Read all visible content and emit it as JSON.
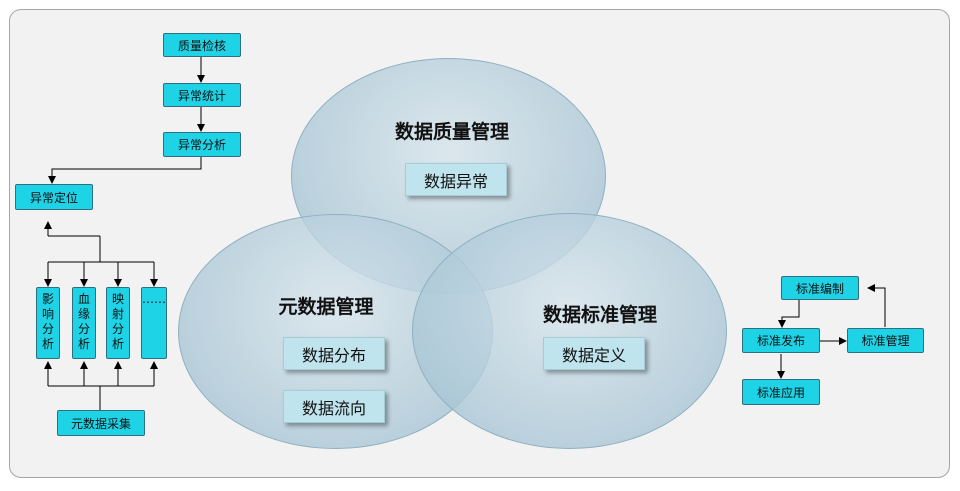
{
  "left_flow": {
    "quality_check": "质量检核",
    "anomaly_stats": "异常统计",
    "anomaly_analysis": "异常分析",
    "anomaly_locate": "异常定位",
    "impact_analysis": "影响分析",
    "lineage_analysis": "血缘分析",
    "mapping_analysis": "映射分析",
    "more": "……",
    "metadata_collection": "元数据采集"
  },
  "venn": {
    "quality": {
      "title": "数据质量管理",
      "items": [
        "数据异常"
      ]
    },
    "metadata": {
      "title": "元数据管理",
      "items": [
        "数据分布",
        "数据流向"
      ]
    },
    "standard": {
      "title": "数据标准管理",
      "items": [
        "数据定义"
      ]
    }
  },
  "right_flow": {
    "std_compile": "标准编制",
    "std_publish": "标准发布",
    "std_manage": "标准管理",
    "std_apply": "标准应用"
  },
  "colors": {
    "box_fill": "#1fd3e7",
    "circle_fill": "#b4cedb",
    "inner_fill": "#bfe4ee",
    "frame_fill": "#f2f2f2"
  }
}
